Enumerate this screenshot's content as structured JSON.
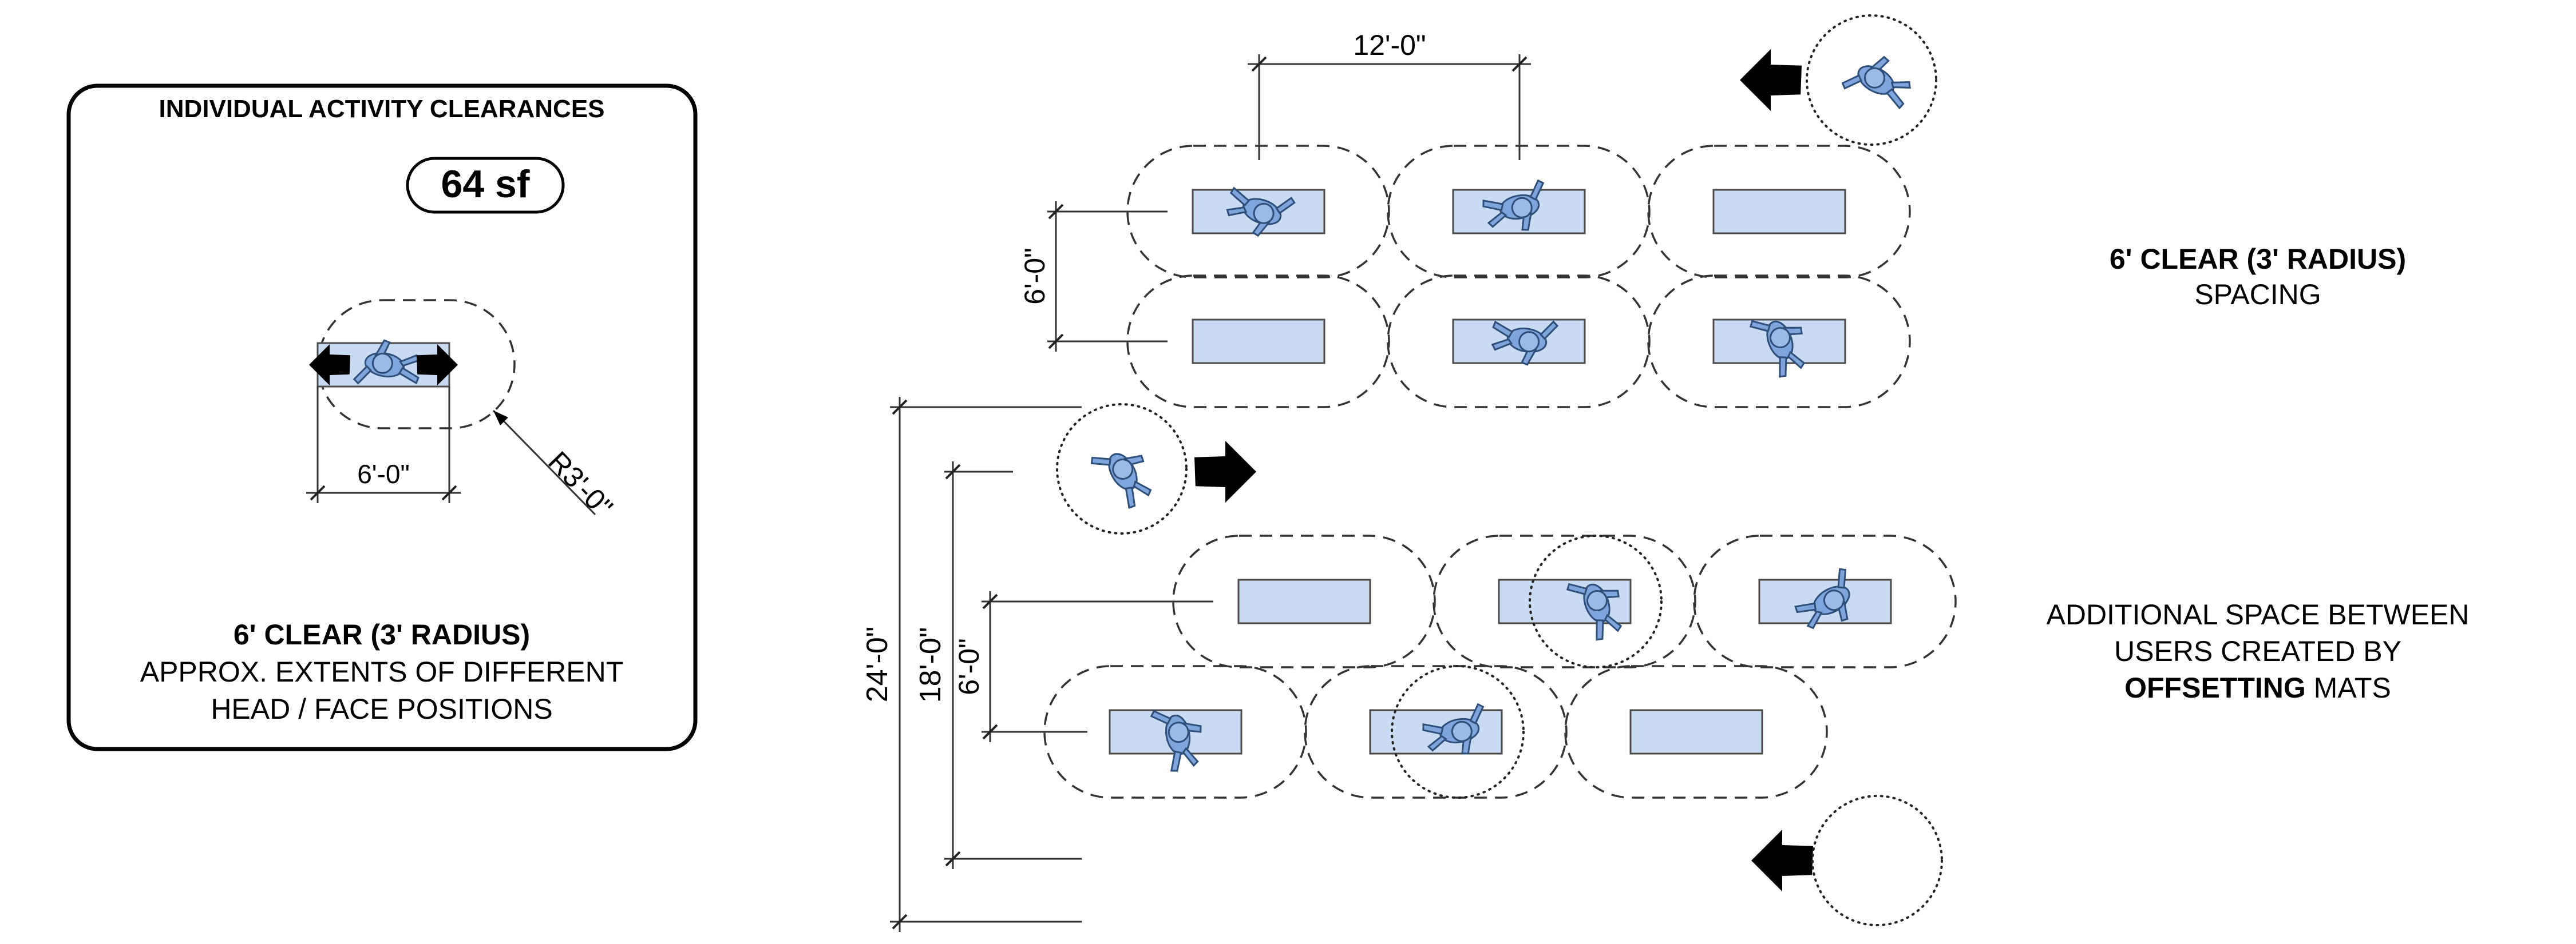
{
  "panel": {
    "title": "INDIVIDUAL ACTIVITY CLEARANCES",
    "area_badge": "64 sf",
    "dim_width": "6'-0\"",
    "dim_radius": "R3'-0\"",
    "caption_line1": "6' CLEAR (3' RADIUS)",
    "caption_line2": "APPROX. EXTENTS OF DIFFERENT",
    "caption_line3": "HEAD / FACE POSITIONS"
  },
  "top_layout": {
    "dim_spacing": "12'-0\"",
    "dim_row": "6'-0\""
  },
  "bottom_layout": {
    "dim_total": "24'-0\"",
    "dim_middle": "18'-0\"",
    "dim_row": "6'-0\""
  },
  "notes": {
    "top_line1": "6' CLEAR (3' RADIUS)",
    "top_line2": "SPACING",
    "bottom_line1": "ADDITIONAL SPACE BETWEEN",
    "bottom_line2": "USERS CREATED BY",
    "bottom_line3_bold": "OFFSETTING",
    "bottom_line3_rest": " MATS"
  },
  "icons": {
    "arrow": "block-arrow-icon",
    "person": "person-top-view-icon"
  }
}
